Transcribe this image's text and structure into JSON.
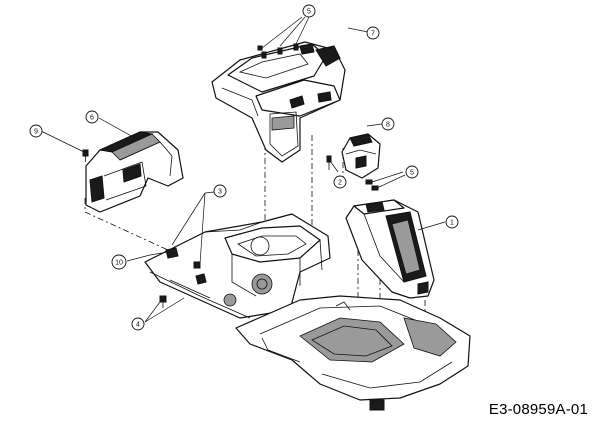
{
  "diagram_code": "E3-08959A-01",
  "callouts": {
    "c1": "1",
    "c2": "2",
    "c3": "3",
    "c4": "4",
    "c5a": "5",
    "c5b": "5",
    "c6": "6",
    "c7": "7",
    "c8": "8",
    "c9": "9",
    "c10": "10"
  }
}
